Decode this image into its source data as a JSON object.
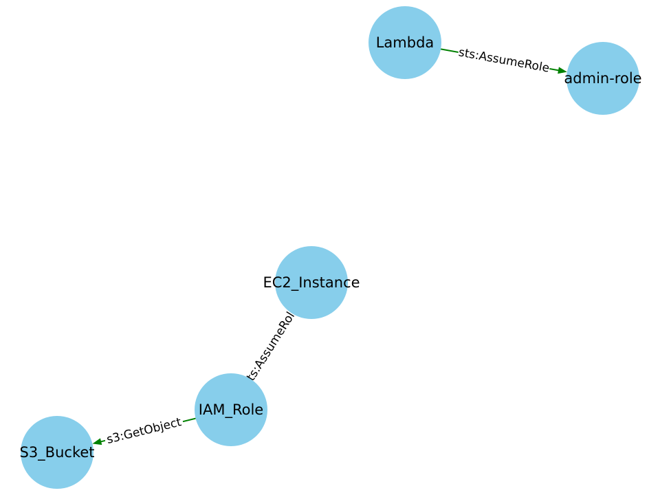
{
  "graph": {
    "nodes": [
      {
        "id": "lambda",
        "label": "Lambda"
      },
      {
        "id": "admin_role",
        "label": "admin-role"
      },
      {
        "id": "ec2_instance",
        "label": "EC2_Instance"
      },
      {
        "id": "iam_role",
        "label": "IAM_Role"
      },
      {
        "id": "s3_bucket",
        "label": "S3_Bucket"
      }
    ],
    "edges": [
      {
        "from": "lambda",
        "to": "admin_role",
        "label": "sts:AssumeRole"
      },
      {
        "from": "ec2_instance",
        "to": "iam_role",
        "label": "sts:AssumeRole"
      },
      {
        "from": "iam_role",
        "to": "s3_bucket",
        "label": "s3:GetObject"
      }
    ],
    "colors": {
      "node_fill": "#87ceeb",
      "edge": "#008000",
      "text": "#000000",
      "background": "#ffffff"
    }
  }
}
